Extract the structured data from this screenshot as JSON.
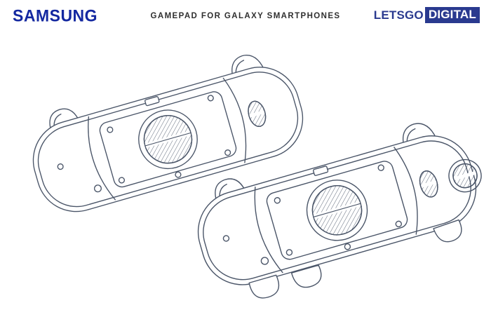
{
  "header": {
    "samsung_logo": "SAMSUNG",
    "title": "GAMEPAD FOR GALAXY SMARTPHONES",
    "letsgo_text": "LETSGO",
    "digital_text": "DIGITAL"
  },
  "figure": {
    "description": "Two patent line drawings of a Samsung gamepad grip accessory for Galaxy smartphones, rear view at top-left and front view at bottom-right, each with a hatched circular opening in the center plate"
  },
  "colors": {
    "samsung_blue": "#1428a0",
    "letsgo_navy": "#2a3a8f",
    "line": "#4a5568",
    "title_text": "#2f2f2f",
    "background": "#ffffff"
  }
}
